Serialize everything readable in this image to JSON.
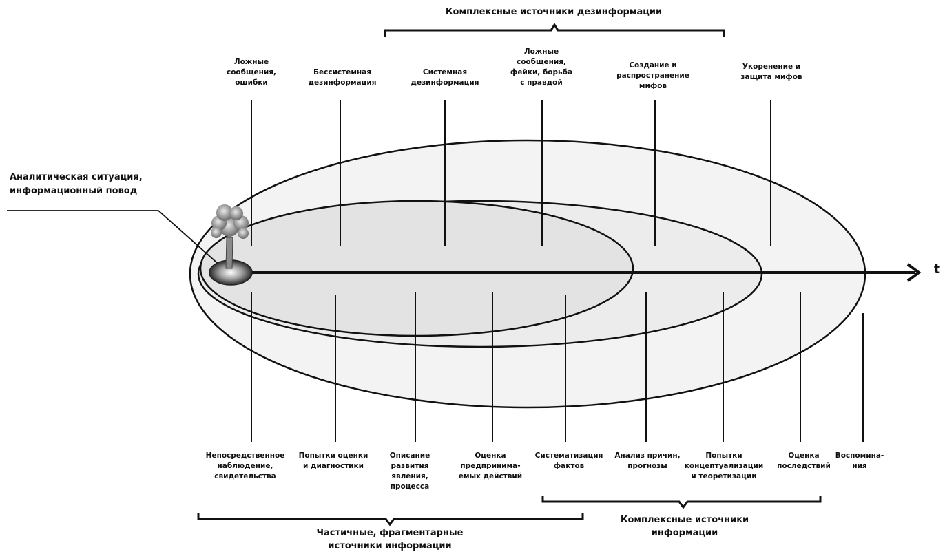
{
  "title": "",
  "top_group": "Комплексные источники дезинформации",
  "situation_label": "Аналитическая ситуация,\nинформационный повод",
  "axis_label": "t",
  "top_labels": [
    "Ложные\nсообщения,\nошибки",
    "Бессистемная\nдезинформация",
    "Системная\nдезинформация",
    "Ложные\nсообщения,\nфейки, борьба\nс правдой",
    "Создание и\nраспространение\nмифов",
    "Укоренение и\nзащита мифов"
  ],
  "bottom_labels": [
    "Непосредственное\nнаблюдение,\nсвидетельства",
    "Попытки оценки\nи диагностики",
    "Описание\nразвития\nявления,\nпроцесса",
    "Оценка\nпредпринима-\nемых действий",
    "Систематизация\nфактов",
    "Анализ причин,\nпрогнозы",
    "Попытки\nконцептуализации\nи теоретизации",
    "Оценка\nпоследствий",
    "Воспомина-\nния"
  ],
  "bottom_group_left": "Частичные, фрагментарные\nисточники информации",
  "bottom_group_right": "Комплексные источники\nинформации",
  "colors": {
    "ellipse_fill_outer": "#f3f3f3",
    "ellipse_fill_mid": "#ececec",
    "ellipse_fill_inner": "#e3e3e3",
    "stroke": "#111111"
  }
}
